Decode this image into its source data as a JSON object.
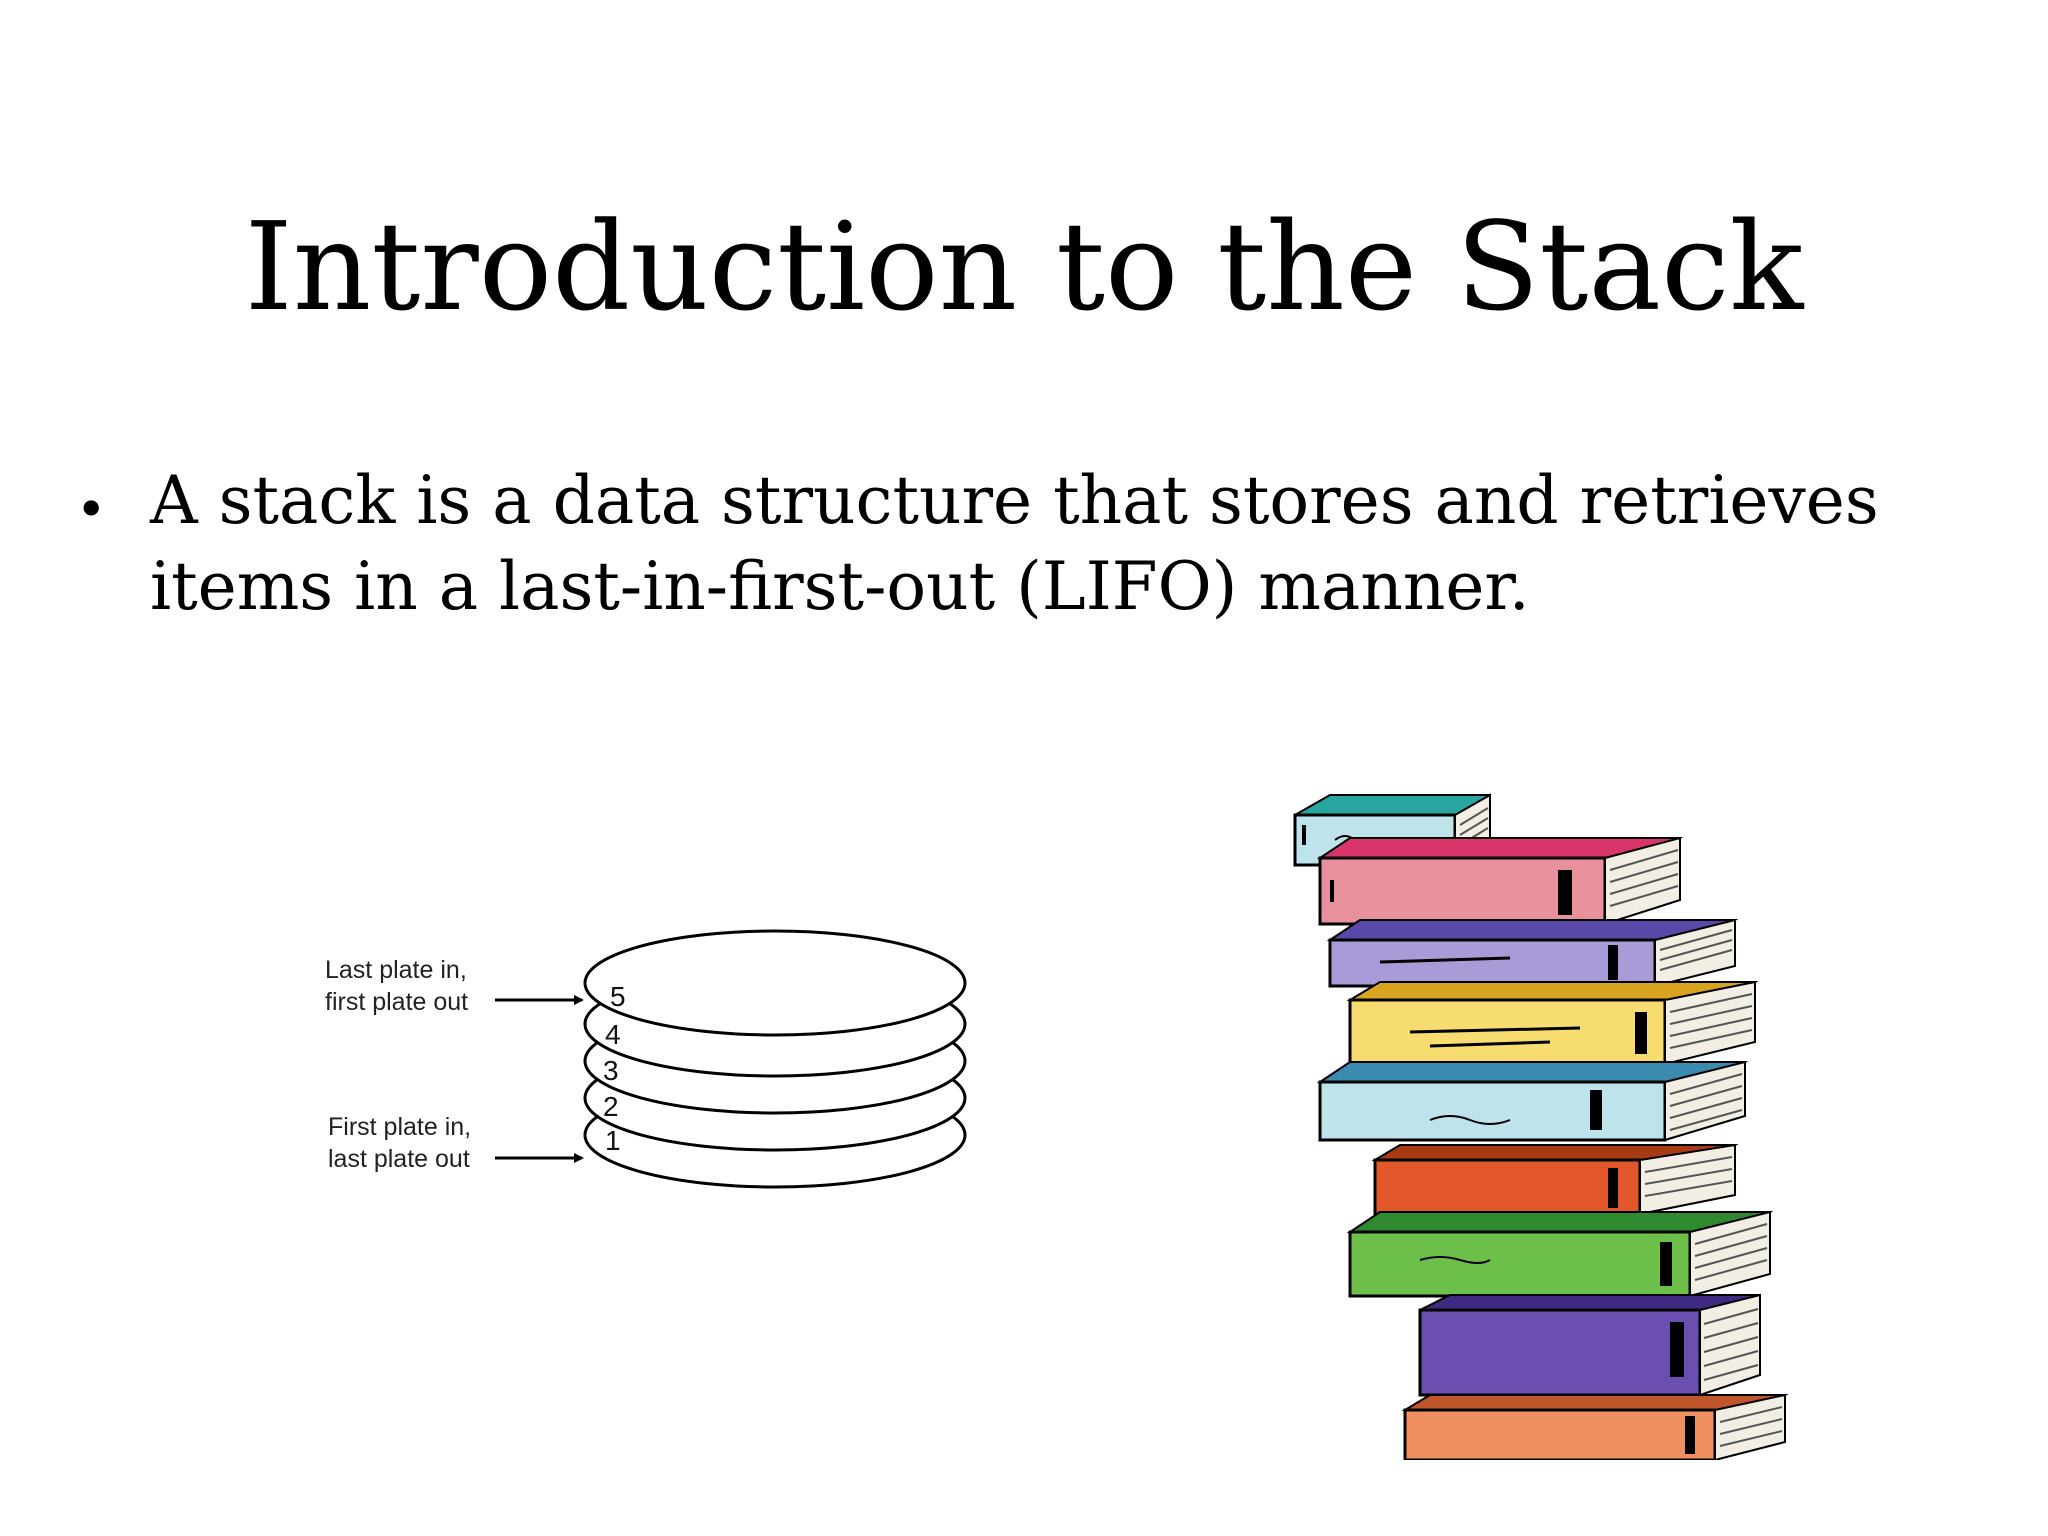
{
  "slide": {
    "title": "Introduction to the Stack",
    "bullets": [
      {
        "marker": "•",
        "text": "A stack is a data structure that stores and retrieves items in a last-in-first-out (LIFO) manner."
      }
    ]
  },
  "plate_diagram": {
    "top_label_line1": "Last plate in,",
    "top_label_line2": "first plate out",
    "bottom_label_line1": "First plate in,",
    "bottom_label_line2": "last plate out",
    "plate_numbers": [
      "5",
      "4",
      "3",
      "2",
      "1"
    ]
  },
  "book_stack": {
    "icon": "stack-of-books-illustration",
    "colors": [
      "#2aa6a0",
      "#e8919c",
      "#a99bd8",
      "#f7dc6f",
      "#bfe3ea",
      "#e2582b",
      "#6cc04a",
      "#6a4fb0",
      "#f0905e",
      "#1f6bc2"
    ]
  }
}
